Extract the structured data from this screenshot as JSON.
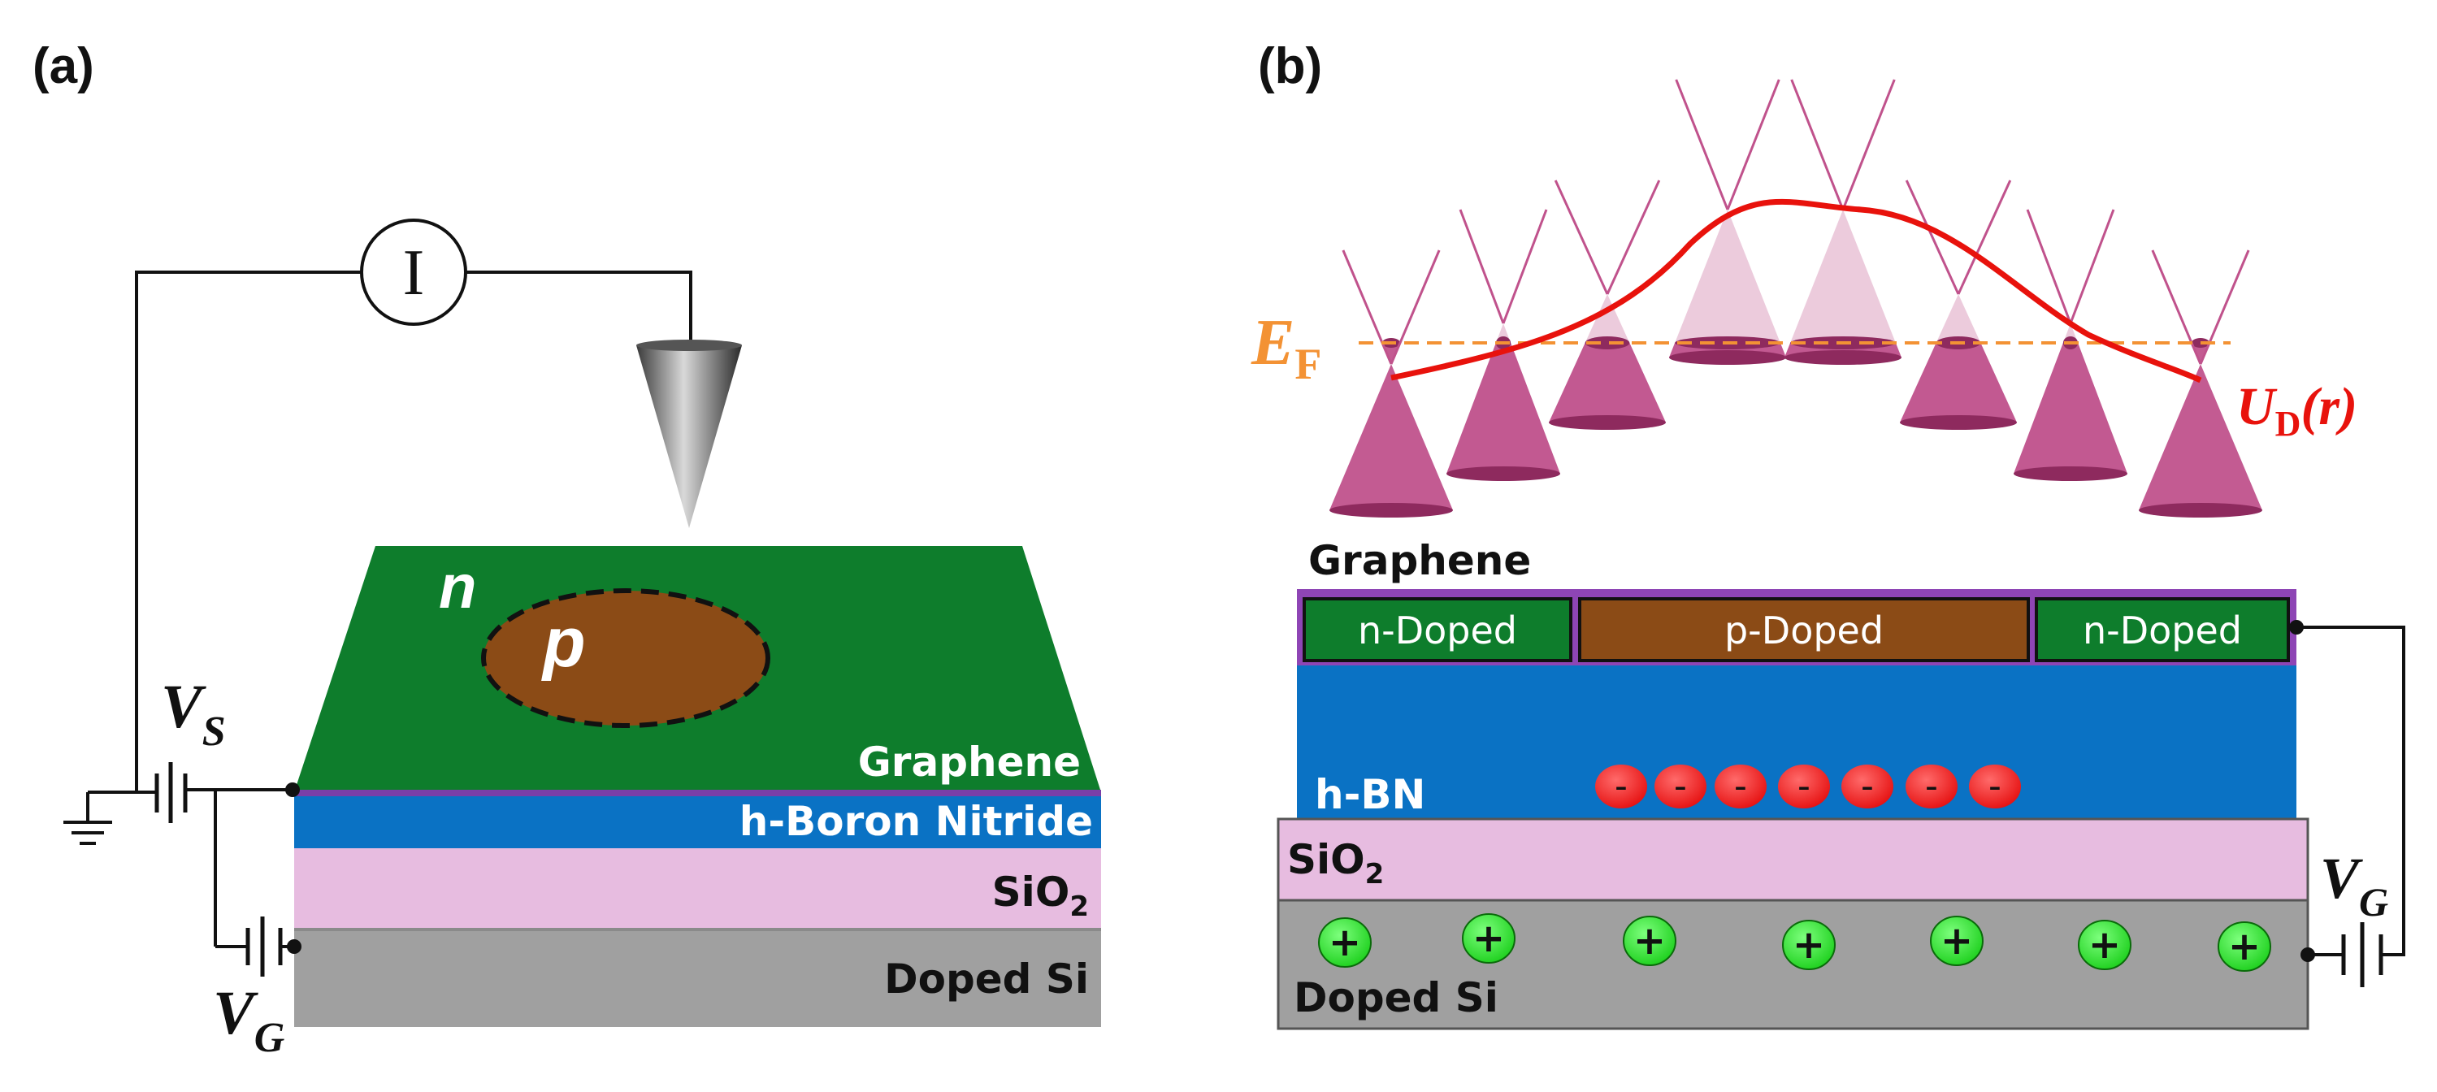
{
  "panel_a": {
    "label": "(a)",
    "ammeter_symbol": "I",
    "region_outer": "n",
    "region_inner": "p",
    "source_voltage": {
      "symbol": "V",
      "subscript": "S"
    },
    "gate_voltage": {
      "symbol": "V",
      "subscript": "G"
    },
    "layers": {
      "graphene": "Graphene",
      "hbn": "h-Boron Nitride",
      "sio2_main": "SiO",
      "sio2_sub": "2",
      "si": "Doped Si"
    }
  },
  "panel_b": {
    "label": "(b)",
    "fermi": {
      "main": "E",
      "sub": "F"
    },
    "potential": {
      "main": "U",
      "sub": "D",
      "arg": "(r)"
    },
    "graphene_title": "Graphene",
    "segments": [
      "n-Doped",
      "p-Doped",
      "n-Doped"
    ],
    "hbn": "h-BN",
    "sio2_main": "SiO",
    "sio2_sub": "2",
    "si": "Doped Si",
    "gate_voltage": {
      "symbol": "V",
      "subscript": "G"
    },
    "negative_charge": "-",
    "positive_charge": "+"
  },
  "colors": {
    "graphene": "#0e7d2c",
    "p_region": "#8b4b16",
    "hbn": "#0a72c4",
    "sio2": "#e7bce0",
    "si": "#a0a0a0",
    "cone": "#c0528c",
    "potential_line": "#e8120c",
    "fermi": "#f39234",
    "negative": "#ee1717",
    "positive": "#26dd26"
  }
}
